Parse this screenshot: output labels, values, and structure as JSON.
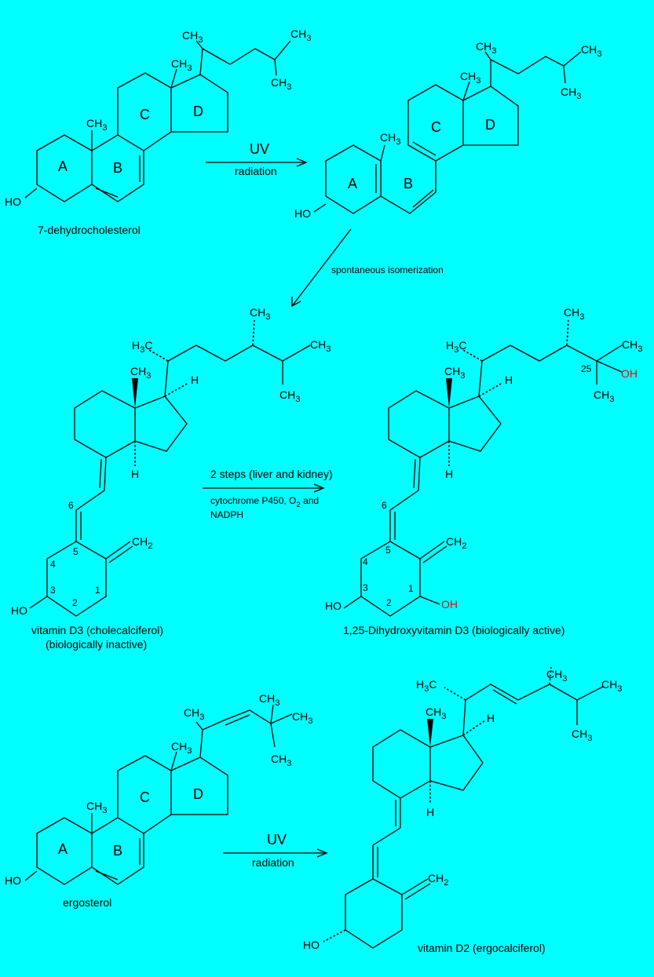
{
  "colors": {
    "background": "#00ffff",
    "bonds": "#000000",
    "highlight": "#ff0000"
  },
  "s1": {
    "name": "7-dehydrocholesterol",
    "ring_a": "A",
    "ring_b": "B",
    "ring_c": "C",
    "ring_d": "D",
    "ho": "HO",
    "me19": "CH3",
    "me18": "CH3",
    "me21": "CH3",
    "me26": "CH3",
    "me27": "CH3"
  },
  "arrow1": {
    "top": "UV",
    "bottom": "radiation"
  },
  "s2": {
    "ring_a": "A",
    "ring_b": "B",
    "ring_c": "C",
    "ring_d": "D",
    "ho": "HO",
    "me19": "CH3",
    "me18": "CH3",
    "me21": "CH3",
    "me26": "CH3",
    "me27": "CH3"
  },
  "arrow2": {
    "label": "spontaneous isomerization"
  },
  "s3": {
    "name_line1": "vitamin D3 (cholecalciferol)",
    "name_line2": "(biologically inactive)",
    "h3c": "H3C",
    "me_a": "CH3",
    "me_b": "CH3",
    "me_c": "CH3",
    "me18": "CH3",
    "h14": "H",
    "h17": "H",
    "ch2": "CH2",
    "ho": "HO",
    "n6": "6",
    "n5": "5",
    "n4": "4",
    "n3": "3",
    "n2": "2",
    "n1": "1"
  },
  "arrow3": {
    "line1": "2 steps (liver and kidney)",
    "line2": "cytochrome P450, O2 and",
    "line3": "NADPH"
  },
  "s4": {
    "name": "1,25-Dihydroxyvitamin D3 (biologically active)",
    "h3c": "H3C",
    "me_a": "CH3",
    "me_b": "CH3",
    "me_c": "CH3",
    "me18": "CH3",
    "n25": "25",
    "oh25": "OH",
    "h14": "H",
    "h17": "H",
    "ch2": "CH2",
    "ho": "HO",
    "oh1": "OH",
    "n6": "6",
    "n5": "5",
    "n4": "4",
    "n3": "3",
    "n2": "2",
    "n1": "1"
  },
  "s5": {
    "name": "ergosterol",
    "ring_a": "A",
    "ring_b": "B",
    "ring_c": "C",
    "ring_d": "D",
    "ho": "HO",
    "me19": "CH3",
    "me18": "CH3",
    "me21": "CH3",
    "me28": "CH3",
    "me26": "CH3",
    "me27": "CH3"
  },
  "arrow4": {
    "top": "UV",
    "bottom": "radiation"
  },
  "s6": {
    "name": "vitamin D2 (ergocalciferol)",
    "h3c": "H3C",
    "me28": "CH3",
    "me26": "CH3",
    "me27": "CH3",
    "me18": "CH3",
    "h17": "H",
    "h14": "H",
    "ch2": "CH2",
    "ho": "HO"
  }
}
